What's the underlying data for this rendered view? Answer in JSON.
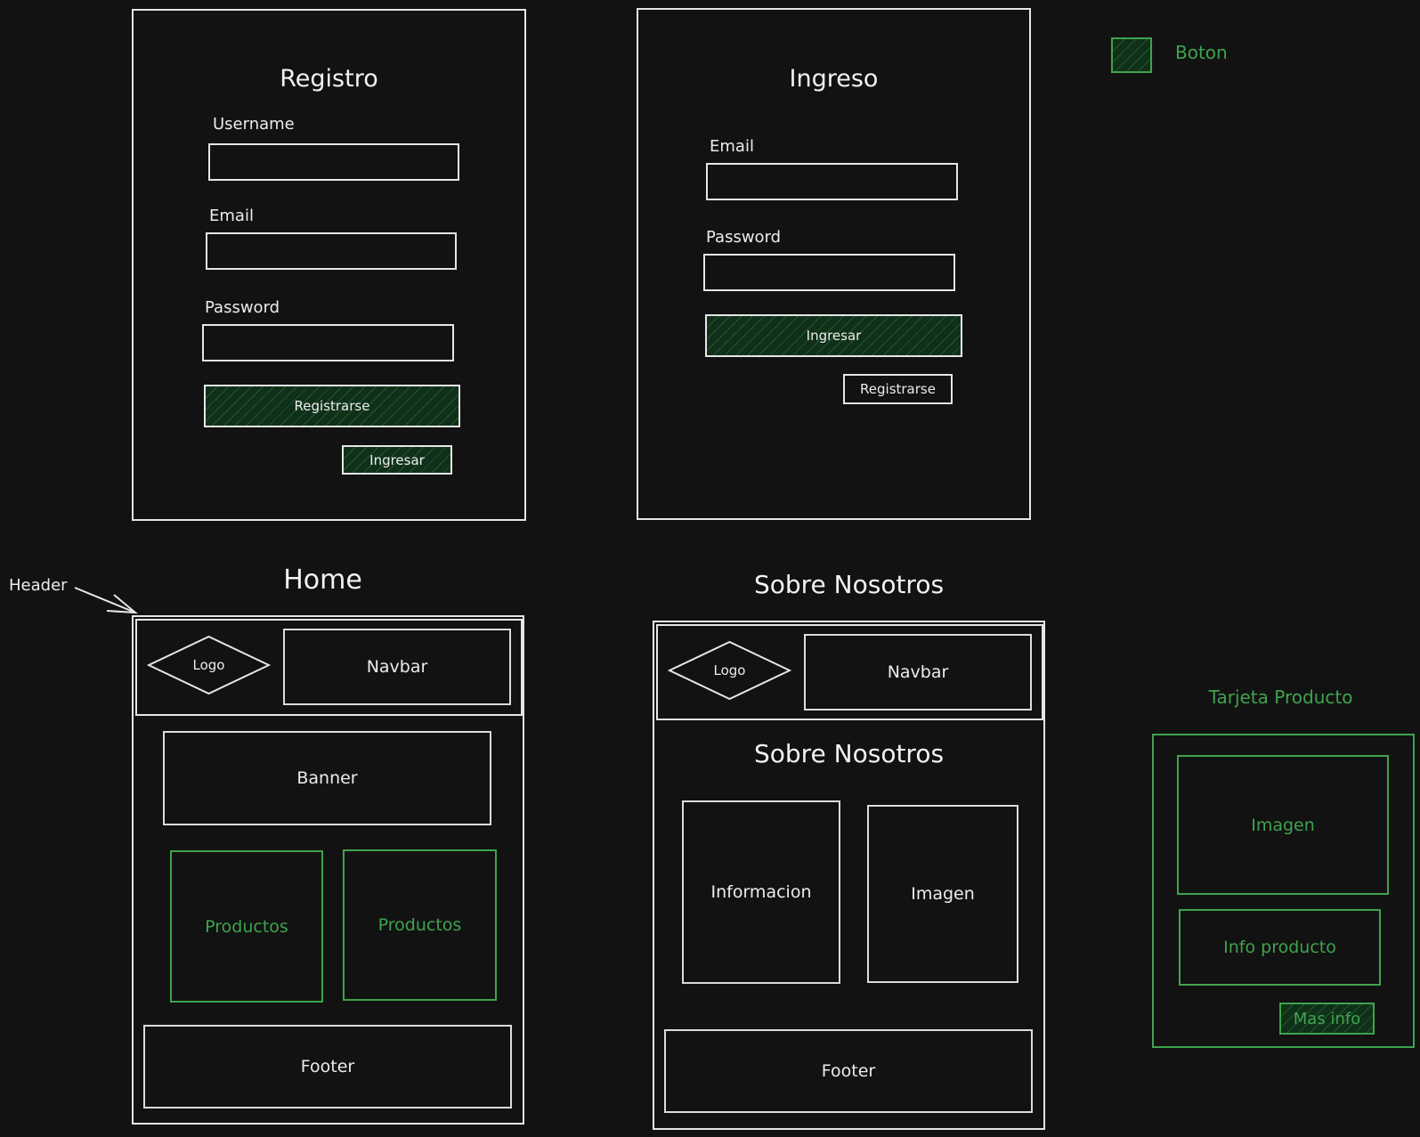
{
  "legend": {
    "button_label": "Boton",
    "color": "#3fa34d"
  },
  "registro": {
    "title": "Registro",
    "username_label": "Username",
    "email_label": "Email",
    "password_label": "Password",
    "primary_button": "Registrarse",
    "secondary_button": "Ingresar"
  },
  "ingreso": {
    "title": "Ingreso",
    "email_label": "Email",
    "password_label": "Password",
    "primary_button": "Ingresar",
    "secondary_button": "Registrarse"
  },
  "home": {
    "title": "Home",
    "header_annotation": "Header",
    "logo": "Logo",
    "navbar": "Navbar",
    "banner": "Banner",
    "products": [
      "Productos",
      "Productos"
    ],
    "footer": "Footer"
  },
  "sobre": {
    "title": "Sobre Nosotros",
    "logo": "Logo",
    "navbar": "Navbar",
    "heading": "Sobre Nosotros",
    "info": "Informacion",
    "image": "Imagen",
    "footer": "Footer"
  },
  "tarjeta": {
    "title": "Tarjeta Producto",
    "image": "Imagen",
    "info": "Info producto",
    "button": "Mas info"
  }
}
